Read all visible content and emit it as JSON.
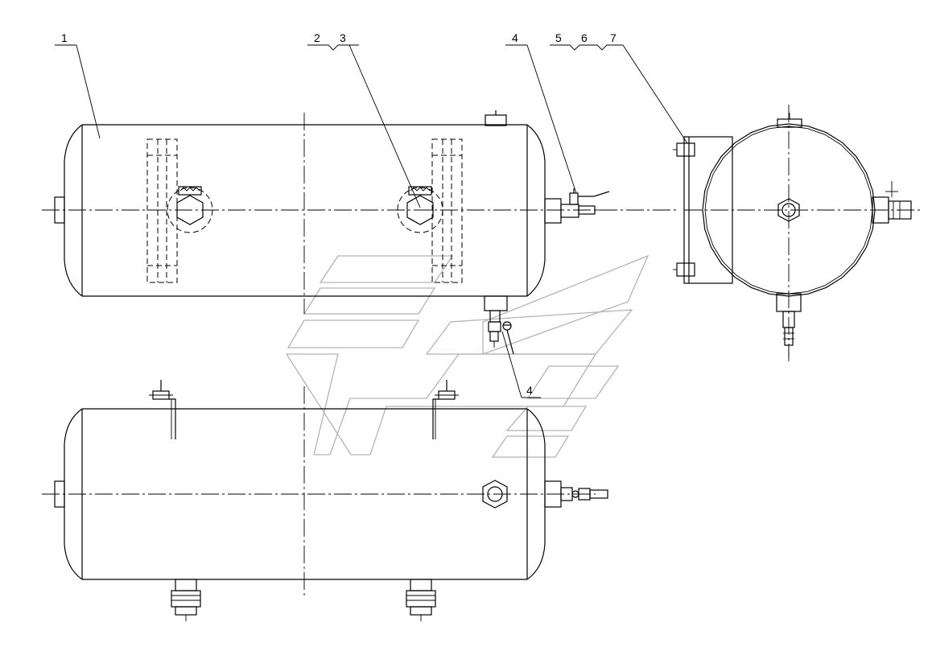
{
  "callouts": {
    "c1": "1",
    "c2": "2",
    "c3": "3",
    "c4_top": "4",
    "c5": "5",
    "c6": "6",
    "c7": "7",
    "c4_lower": "4"
  },
  "watermark": "logo-watermark"
}
